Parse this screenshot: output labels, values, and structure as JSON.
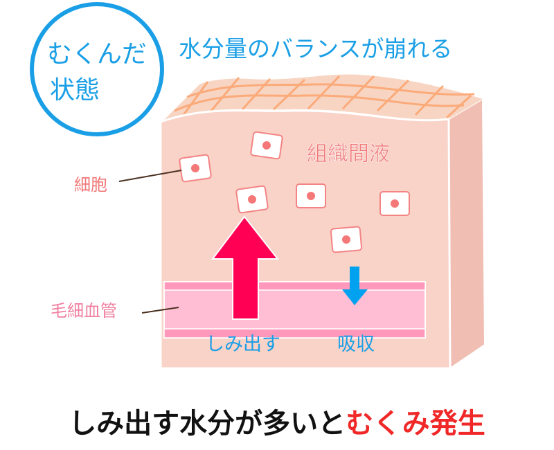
{
  "badge": {
    "line1": "むくんだ",
    "line2": "状態"
  },
  "title": "水分量のバランスが崩れる",
  "labels": {
    "interstitial_fluid": "組織間液",
    "cell": "細胞",
    "capillary": "毛細血管",
    "seep_out": "しみ出す",
    "absorb": "吸収"
  },
  "caption": {
    "normal": "しみ出す水分が多いと",
    "highlight": "むくみ発生"
  },
  "colors": {
    "blue": "#1a9fe6",
    "skin_front": "#f9d2c8",
    "skin_side": "#f0beb3",
    "skin_top": "#f8d5c2",
    "grid": "#fbaa7a",
    "cell_border": "#f48484",
    "nucleus": "#f57878",
    "vessel_band": "#ff98bb",
    "vessel_inner": "#ffbed4",
    "arrow_red": "#ff0055",
    "arrow_blue": "#00a2f0",
    "text_pink": "#f07878",
    "caption_red": "#f02828"
  }
}
